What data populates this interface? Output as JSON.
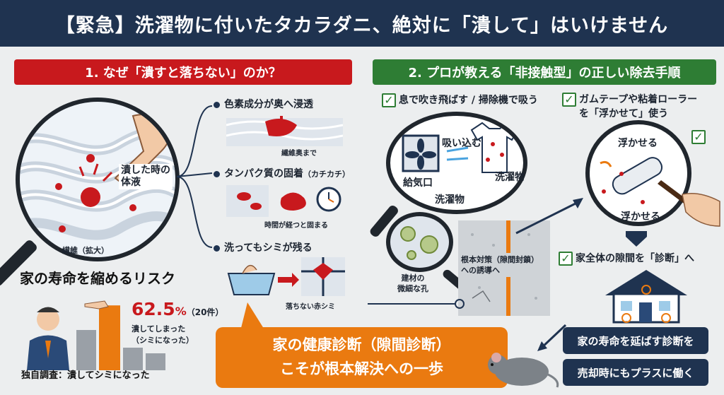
{
  "header": {
    "title": "【緊急】洗濯物に付いたタカラダニ、絶対に「潰して」はいけません"
  },
  "left": {
    "section_title": "1. なぜ「潰すと落ちない」のか？",
    "crushed_label": "潰した時の\n体液",
    "fiber_label": "繊維（拡大）",
    "points": [
      {
        "title": "色素成分が奥へ浸透",
        "caption": "繊維奥まで"
      },
      {
        "title": "タンパク質の固着",
        "title_note": "（カチカチ）",
        "caption": "時間が経つと固まる"
      },
      {
        "title": "洗ってもシミが残る",
        "caption": "落ちない赤シミ"
      }
    ],
    "risk_title": "家の寿命を縮めるリスク",
    "stat": {
      "value": "62.5",
      "unit": "%",
      "count": "（20件）",
      "desc": "潰してしまった\n（シミになった）",
      "percent": 62.5
    },
    "survey_label": "独自調査：潰してシミになった"
  },
  "right": {
    "section_title": "2. プロが教える「非接触型」の正しい除去手順",
    "steps": [
      {
        "label": "息で吹き飛ばす / 掃除機で吸う"
      },
      {
        "label": "ガムテープや粘着ローラー\nを「浮かせて」使う"
      }
    ],
    "vent_label": "吸い込む",
    "intake_label": "給気口",
    "laundry_label_a": "洗濯物",
    "laundry_label_b": "洗濯物",
    "lift_label_top": "浮かせる",
    "lift_label_bottom": "浮かせる",
    "pore_label": "建材の\n微細な孔",
    "root_label": "根本対策（隙間封鎖）\nへの誘導へ",
    "diagnose_label": "家全体の隙間を「診断」へ",
    "pills": [
      "家の寿命を延ばす診断を",
      "売却時にもプラスに働く"
    ]
  },
  "callout": {
    "text": "家の健康診断（隙間診断）\nこそが根本解決への一歩"
  },
  "colors": {
    "navy": "#1f3350",
    "red": "#c8191d",
    "green": "#2e7d34",
    "orange": "#ea7a10"
  }
}
